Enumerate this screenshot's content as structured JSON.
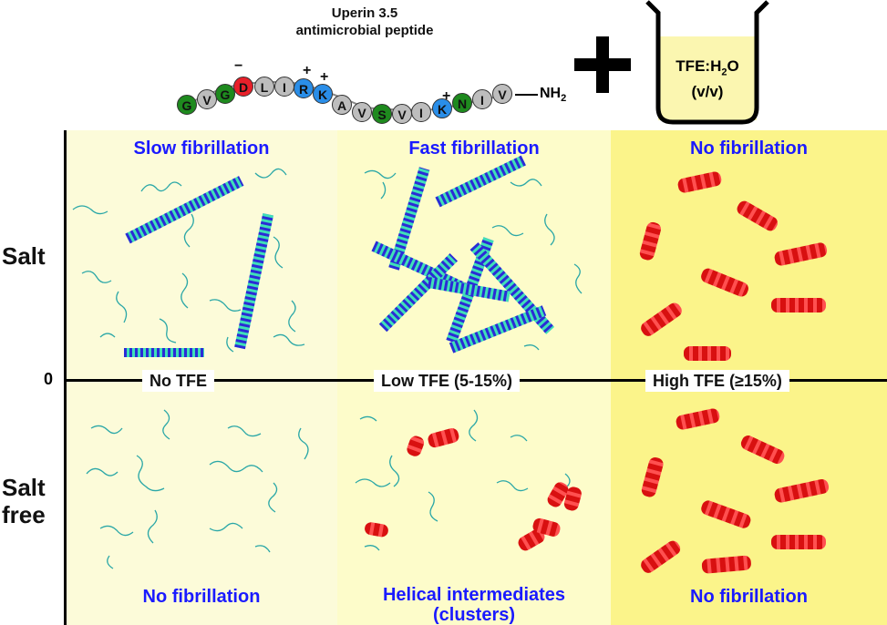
{
  "header": {
    "title_line1": "Uperin 3.5",
    "title_line2": "antimicrobial peptide",
    "sequence": [
      {
        "letter": "G",
        "color": "#1e8a1e"
      },
      {
        "letter": "V",
        "color": "#bdbdbd"
      },
      {
        "letter": "G",
        "color": "#1e8a1e"
      },
      {
        "letter": "D",
        "color": "#e8202a"
      },
      {
        "letter": "L",
        "color": "#bdbdbd"
      },
      {
        "letter": "I",
        "color": "#bdbdbd"
      },
      {
        "letter": "R",
        "color": "#2a8ee8"
      },
      {
        "letter": "K",
        "color": "#2a8ee8"
      },
      {
        "letter": "A",
        "color": "#bdbdbd"
      },
      {
        "letter": "V",
        "color": "#bdbdbd"
      },
      {
        "letter": "S",
        "color": "#1e8a1e"
      },
      {
        "letter": "V",
        "color": "#bdbdbd"
      },
      {
        "letter": "I",
        "color": "#bdbdbd"
      },
      {
        "letter": "K",
        "color": "#2a8ee8"
      },
      {
        "letter": "N",
        "color": "#1e8a1e"
      },
      {
        "letter": "I",
        "color": "#bdbdbd"
      },
      {
        "letter": "V",
        "color": "#bdbdbd"
      }
    ],
    "minus_sign": "−",
    "plus_sign": "+",
    "terminus": "NH",
    "terminus_sub": "2",
    "beaker_line1_pre": "TFE:H",
    "beaker_line1_sub": "2",
    "beaker_line1_post": "O",
    "beaker_line2": "(v/v)"
  },
  "axis": {
    "zero": "0",
    "row_top": "Salt",
    "row_bottom_line1": "Salt",
    "row_bottom_line2": "free"
  },
  "columns": [
    {
      "top": "Slow fibrillation",
      "tfe": "No TFE",
      "bottom_line1": "No fibrillation",
      "bottom_line2": ""
    },
    {
      "top": "Fast fibrillation",
      "tfe": "Low TFE (5-15%)",
      "bottom_line1": "Helical intermediates",
      "bottom_line2": "(clusters)"
    },
    {
      "top": "No fibrillation",
      "tfe": "High TFE (≥15%)",
      "bottom_line1": "No fibrillation",
      "bottom_line2": ""
    }
  ],
  "colors": {
    "condition_text": "#1a1aff",
    "fibril_blue": "#2b2bd6",
    "fibril_cyan": "#3fe0b8",
    "helix_red": "#e01818",
    "coil_teal": "#2aa7a7"
  }
}
